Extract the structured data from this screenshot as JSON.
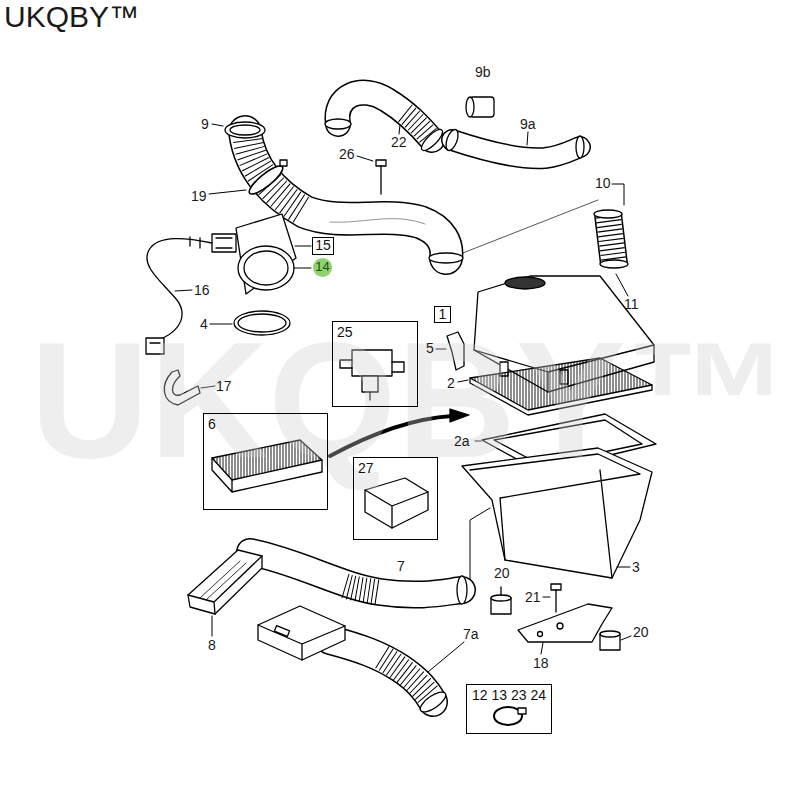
{
  "diagram": {
    "nodes": [
      {
        "text": [
          "15"
        ]
      },
      {
        "text": [
          "14"
        ]
      },
      {
        "text": [
          "1"
        ]
      },
      {
        "text": [
          "25"
        ]
      },
      {
        "text": [
          "6"
        ]
      },
      {
        "text": [
          "27"
        ]
      },
      {
        "text": [
          "12 13 23 24"
        ]
      }
    ],
    "labels": [
      "UKQBY™",
      "9b",
      "9",
      "9a",
      "26",
      "22",
      "19",
      "10",
      "16",
      "4",
      "11",
      "5",
      "2",
      "17",
      "2a",
      "7",
      "20",
      "3",
      "21",
      "20",
      "8",
      "18",
      "7a",
      "UKQBY™"
    ]
  }
}
